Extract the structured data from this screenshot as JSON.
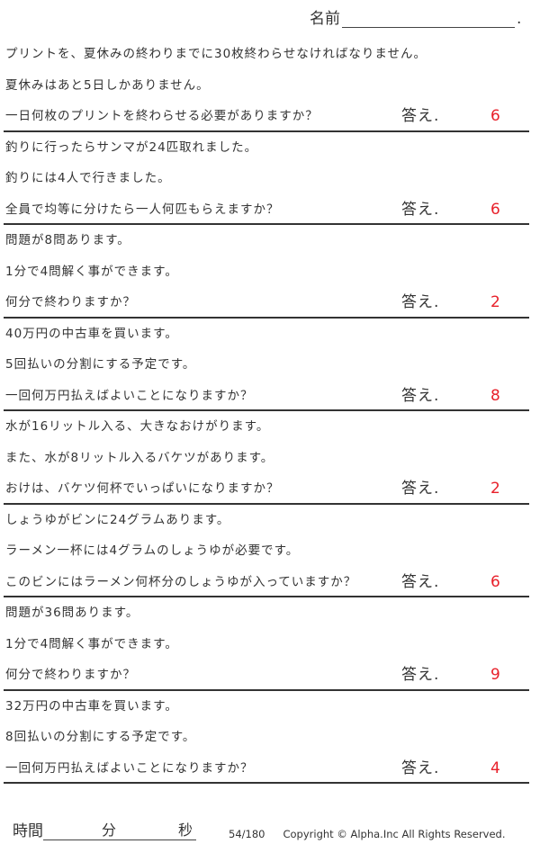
{
  "header": {
    "name_label": "名前",
    "name_dot": "."
  },
  "answer_label": "答え.",
  "problems": [
    {
      "lines": [
        "プリントを、夏休みの終わりまでに30枚終わらせなければなりません。",
        "夏休みはあと5日しかありません。",
        "一日何枚のプリントを終わらせる必要がありますか？"
      ],
      "answer": "6"
    },
    {
      "lines": [
        "釣りに行ったらサンマが24匹取れました。",
        "釣りには4人で行きました。",
        "全員で均等に分けたら一人何匹もらえますか？"
      ],
      "answer": "6"
    },
    {
      "lines": [
        "問題が8問あります。",
        "1分で4問解く事ができます。",
        "何分で終わりますか？"
      ],
      "answer": "2"
    },
    {
      "lines": [
        "40万円の中古車を買います。",
        "5回払いの分割にする予定です。",
        "一回何万円払えばよいことになりますか？"
      ],
      "answer": "8"
    },
    {
      "lines": [
        "水が16リットル入る、大きなおけがります。",
        "また、水が8リットル入るバケツがあります。",
        "おけは、バケツ何杯でいっぱいになりますか？"
      ],
      "answer": "2"
    },
    {
      "lines": [
        "しょうゆがビンに24グラムあります。",
        "ラーメン一杯には4グラムのしょうゆが必要です。",
        "このビンにはラーメン何杯分のしょうゆが入っていますか？"
      ],
      "answer": "6"
    },
    {
      "lines": [
        "問題が36問あります。",
        "1分で4問解く事ができます。",
        "何分で終わりますか？"
      ],
      "answer": "9"
    },
    {
      "lines": [
        "32万円の中古車を買います。",
        "8回払いの分割にする予定です。",
        "一回何万円払えばよいことになりますか？"
      ],
      "answer": "4"
    }
  ],
  "footer": {
    "time_label": "時間",
    "minutes_label": "分",
    "seconds_label": "秒",
    "page": "54/180",
    "copyright": "Copyright ©  Alpha.Inc All Rights Reserved."
  }
}
